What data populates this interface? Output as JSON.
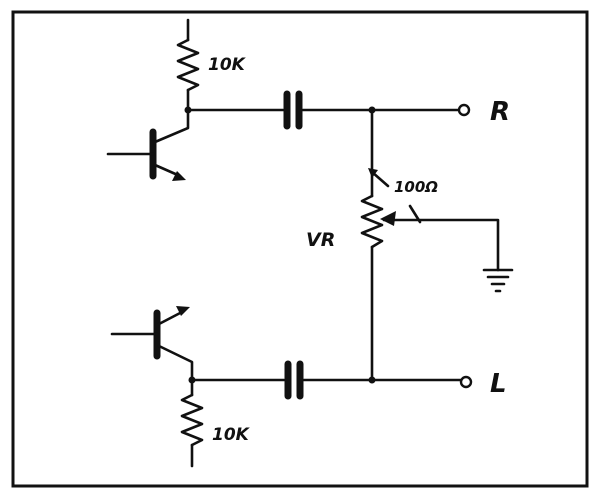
{
  "labels": {
    "r_top": "10K",
    "r_bottom": "10K",
    "pot_value": "100Ω",
    "pot_name": "VR",
    "out_right": "R",
    "out_left": "L"
  },
  "colors": {
    "ink": "#111111",
    "paper": "#ffffff"
  }
}
